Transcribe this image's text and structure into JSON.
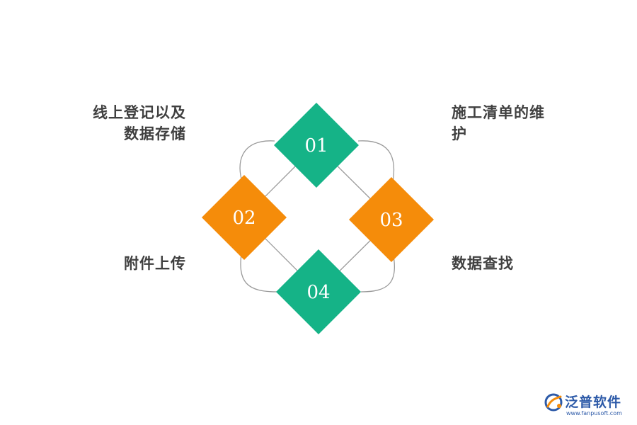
{
  "diagram": {
    "nodes": [
      {
        "id": "01",
        "label": "线上登记以及数据存储",
        "color": "#15b387"
      },
      {
        "id": "02",
        "label": "附件上传",
        "color": "#f58c0a"
      },
      {
        "id": "03",
        "label": "施工清单的维护",
        "color": "#f58c0a"
      },
      {
        "id": "04",
        "label": "数据查找",
        "color": "#15b387"
      }
    ],
    "labels": {
      "l1_line1": "线上登记以及",
      "l1_line2": "数据存储",
      "l2": "附件上传",
      "l3_line1": "施工清单的维",
      "l3_line2": "护",
      "l4": "数据查找"
    },
    "connector_color": "#9a9a9a"
  },
  "logo": {
    "name": "泛普软件",
    "url": "www.fanpusoft.com",
    "brand_color": "#2d5aa8",
    "accent_color": "#f58c0a"
  }
}
